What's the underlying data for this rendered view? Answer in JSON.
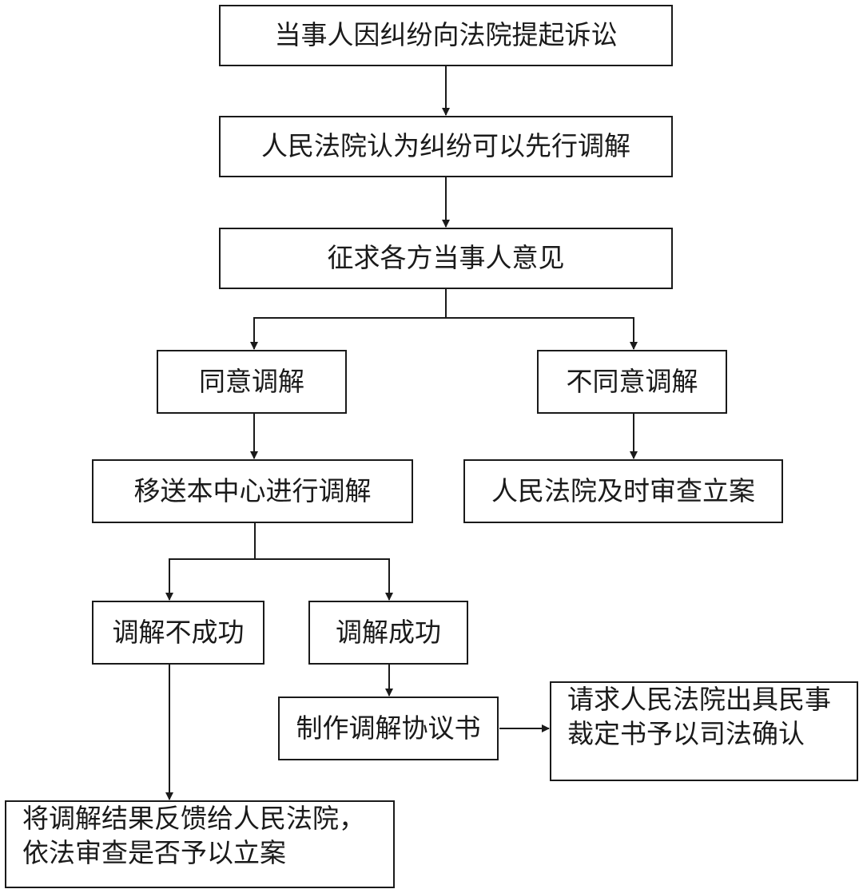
{
  "flowchart": {
    "nodes": {
      "lawsuit": "当事人因纠纷向法院提起诉讼",
      "court_mediation": "人民法院认为纠纷可以先行调解",
      "seek_opinions": "征求各方当事人意见",
      "agree": "同意调解",
      "disagree": "不同意调解",
      "transfer": "移送本中心进行调解",
      "court_review": "人民法院及时审查立案",
      "fail": "调解不成功",
      "success": "调解成功",
      "agreement": "制作调解协议书",
      "confirm_line1": "请求人民法院出具民事",
      "confirm_line2": "裁定书予以司法确认",
      "feedback_line1": "将调解结果反馈给人民法院，",
      "feedback_line2": "依法审查是否予以立案"
    },
    "colors": {
      "line": "#1a1a1a",
      "box_border": "#1a1a1a",
      "background": "#ffffff"
    }
  }
}
